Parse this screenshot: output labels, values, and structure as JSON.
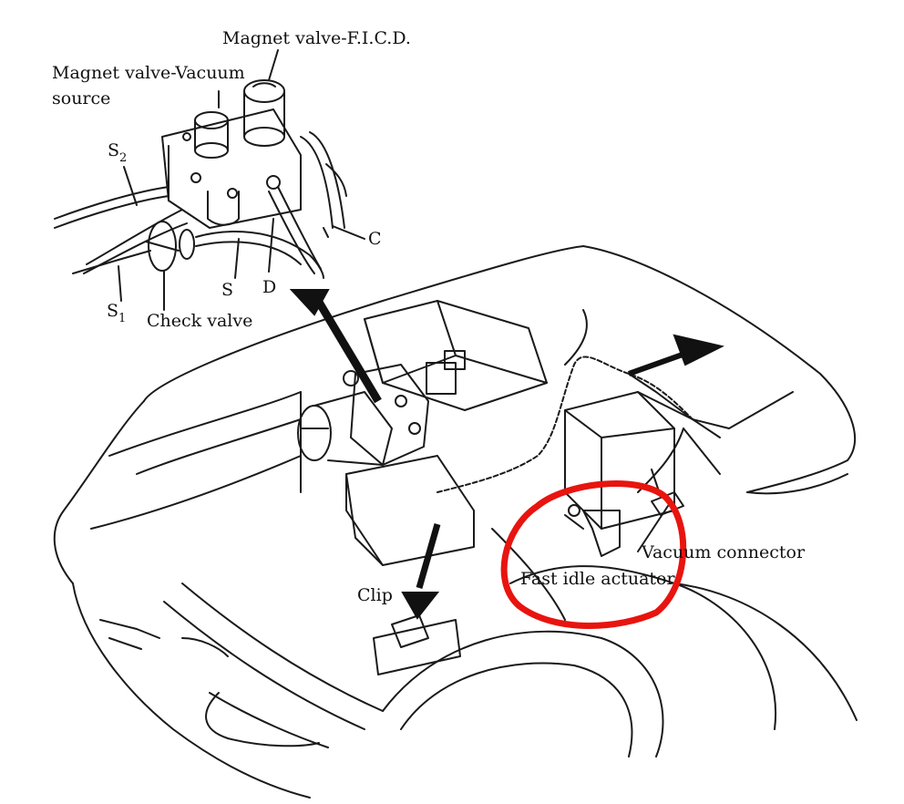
{
  "labels": {
    "magnet_fcd": "Magnet valve-F.I.C.D.",
    "magnet_vac_line1": "Magnet valve-Vacuum",
    "magnet_vac_line2": "source",
    "s2_letter": "S",
    "s2_sub": "2",
    "c": "C",
    "s": "S",
    "d": "D",
    "s1_letter": "S",
    "s1_sub": "1",
    "check_valve": "Check valve",
    "vacuum_connector": "Vacuum connector",
    "fast_idle": "Fast idle actuator",
    "clip": "Clip"
  },
  "colors": {
    "line": "#1a1a1a",
    "highlight": "#e8140f",
    "background": "#ffffff"
  }
}
